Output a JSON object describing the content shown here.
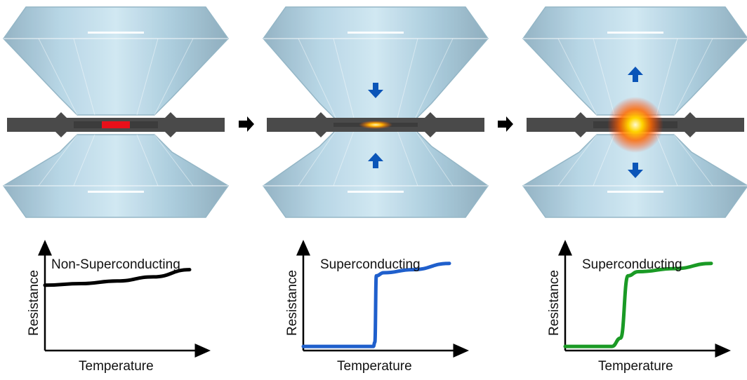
{
  "panels": [
    {
      "id": "initial",
      "state": "Non-Superconducting",
      "xlabel": "Temperature",
      "ylabel": "Resistance",
      "curve_color": "#000000",
      "sample_color": "#e8101a",
      "arrows": "none"
    },
    {
      "id": "compressed",
      "state": "Superconducting",
      "xlabel": "Temperature",
      "ylabel": "Resistance",
      "curve_color": "#1f5fcc",
      "sample_color": "#ff9a00",
      "arrows": "inward"
    },
    {
      "id": "released",
      "state": "Superconducting",
      "xlabel": "Temperature",
      "ylabel": "Resistance",
      "curve_color": "#1a9a25",
      "sample_color": "#ffd000",
      "arrows": "outward"
    }
  ],
  "colors": {
    "diamond": "#a9cfe0",
    "diamond_edge": "#8fb3c4",
    "gasket": "#4a4a4a",
    "arrow": "#0b55b8",
    "flow_arrow": "#000000"
  },
  "chart_data": [
    {
      "type": "line",
      "title": "Non-Superconducting",
      "xlabel": "Temperature",
      "ylabel": "Resistance",
      "grid": false,
      "series": [
        {
          "values": [
            [
              0,
              0.63
            ],
            [
              0.25,
              0.645
            ],
            [
              0.5,
              0.67
            ],
            [
              0.75,
              0.71
            ],
            [
              1,
              0.78
            ]
          ]
        }
      ]
    },
    {
      "type": "line",
      "title": "Superconducting",
      "xlabel": "Temperature",
      "ylabel": "Resistance",
      "grid": false,
      "series": [
        {
          "values": [
            [
              0,
              0.04
            ],
            [
              0.48,
              0.04
            ],
            [
              0.49,
              0.08
            ],
            [
              0.5,
              0.72
            ],
            [
              0.55,
              0.75
            ],
            [
              0.75,
              0.78
            ],
            [
              1,
              0.84
            ]
          ]
        }
      ]
    },
    {
      "type": "line",
      "title": "Superconducting",
      "xlabel": "Temperature",
      "ylabel": "Resistance",
      "grid": false,
      "series": [
        {
          "values": [
            [
              0,
              0.04
            ],
            [
              0.32,
              0.04
            ],
            [
              0.38,
              0.12
            ],
            [
              0.43,
              0.72
            ],
            [
              0.5,
              0.76
            ],
            [
              0.75,
              0.79
            ],
            [
              1,
              0.84
            ]
          ]
        }
      ]
    }
  ]
}
